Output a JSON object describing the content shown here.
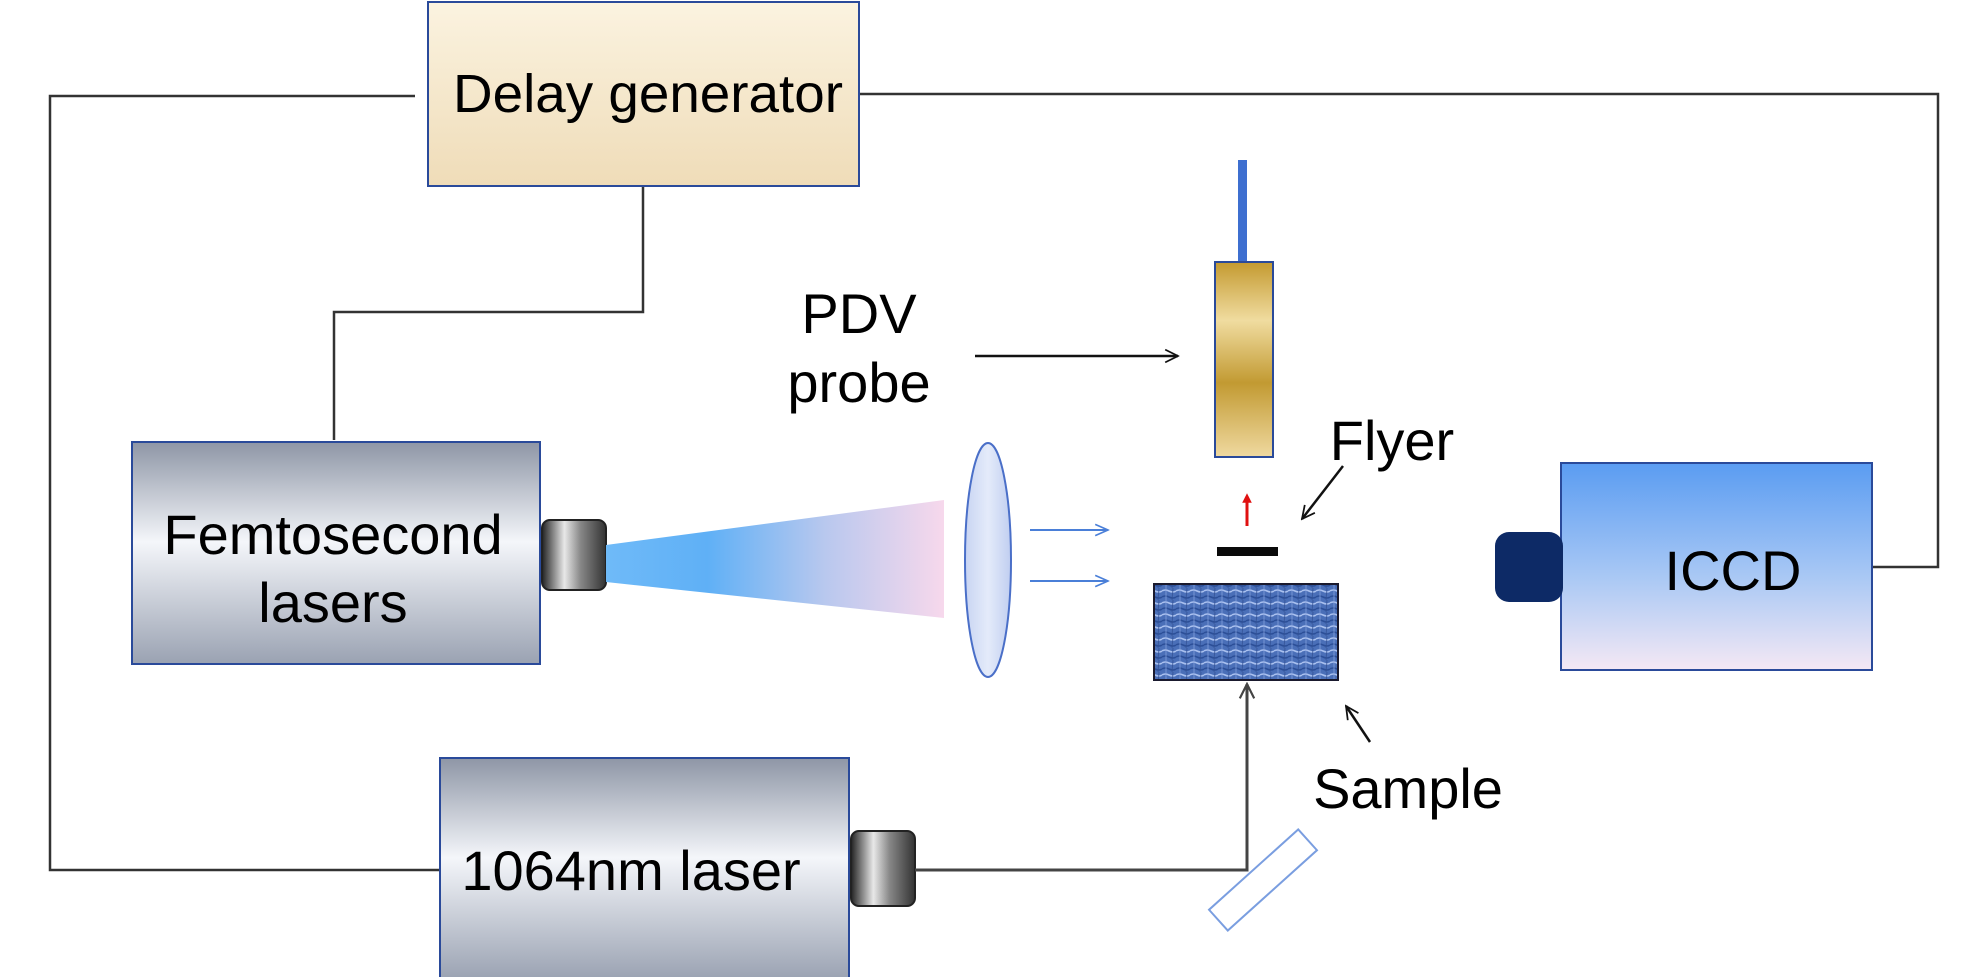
{
  "labels": {
    "delay_generator": "Delay generator",
    "femtosecond_line1": "Femtosecond",
    "femtosecond_line2": "lasers",
    "laser_1064": "1064nm laser",
    "pdv_line1": "PDV",
    "pdv_line2": "probe",
    "flyer": "Flyer",
    "sample": "Sample",
    "iccd": "ICCD"
  },
  "colors": {
    "delay_generator_fill": "#f5e8c8",
    "box_border": "#2a4a9a",
    "laser_body_dark": "#8a92a2",
    "laser_body_light": "#f2f4f8",
    "iccd_top": "#5c9df2",
    "iccd_bottom": "#f2e6f2",
    "iccd_lens": "#0d2a66",
    "beam_blue": "#4aa8f8",
    "beam_pink": "#f5d8ea",
    "probe_gold": "#c49a30",
    "fiber_blue": "#3e6fd0",
    "flyer_arrow": "#e01010",
    "sample_fill": "#4a6fb8",
    "wire": "#333333"
  },
  "icons": {
    "laser_aperture": "cylinder-lens-mount",
    "focusing_lens": "ellipse-lens",
    "mirror": "tilted-mirror"
  }
}
